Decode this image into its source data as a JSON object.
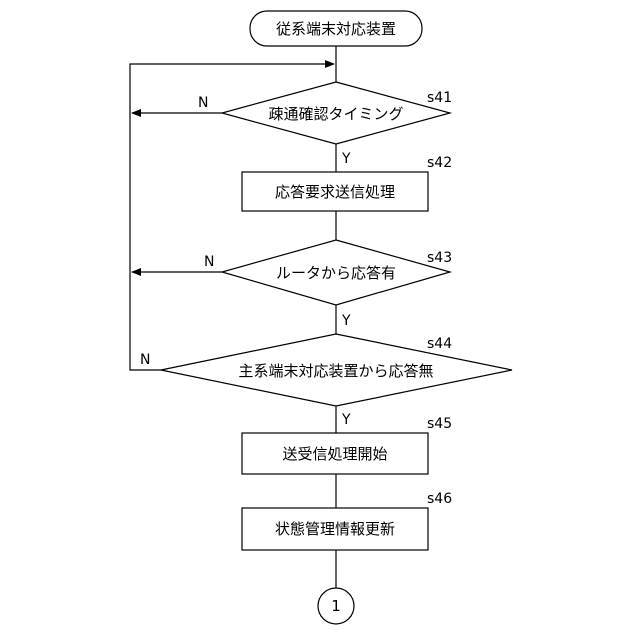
{
  "flowchart": {
    "start": "従系端末対応装置",
    "steps": [
      {
        "id": "s41",
        "text": "疎通確認タイミング",
        "yes": "Y",
        "no": "N"
      },
      {
        "id": "s42",
        "text": "応答要求送信処理"
      },
      {
        "id": "s43",
        "text": "ルータから応答有",
        "yes": "Y",
        "no": "N"
      },
      {
        "id": "s44",
        "text": "主系端末対応装置から応答無",
        "yes": "Y",
        "no": "N"
      },
      {
        "id": "s45",
        "text": "送受信処理開始"
      },
      {
        "id": "s46",
        "text": "状態管理情報更新"
      }
    ],
    "connector": "1"
  }
}
